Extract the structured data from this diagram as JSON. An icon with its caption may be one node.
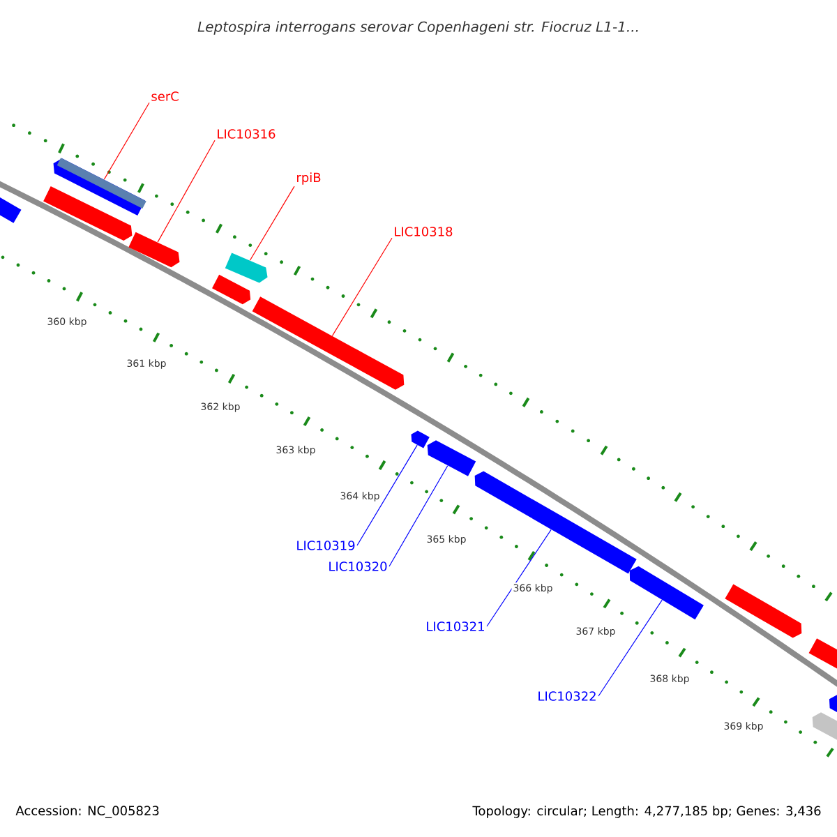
{
  "diagram": {
    "title": "Leptospira interrogans serovar Copenhageni str. Fiocruz L1-1...",
    "nodes": [
      {
        "text": [
          "serC"
        ]
      },
      {
        "text": [
          "LIC10316"
        ]
      },
      {
        "text": [
          "rpiB"
        ]
      },
      {
        "text": [
          "LIC10318"
        ]
      },
      {
        "text": [
          "LIC10319"
        ]
      },
      {
        "text": [
          "LIC10320"
        ]
      },
      {
        "text": [
          "LIC10321"
        ]
      },
      {
        "text": [
          "LIC10322"
        ]
      },
      {
        "text": [],
        "shape": "bar"
      },
      {
        "text": [],
        "shape": "bar"
      },
      {
        "text": [],
        "shape": "bar"
      },
      {
        "text": [],
        "shape": "bar"
      },
      {
        "text": [],
        "shape": "bar"
      },
      {
        "text": [],
        "shape": "bar"
      },
      {
        "text": [],
        "shape": "bar"
      },
      {
        "text": [],
        "shape": "bar"
      },
      {
        "text": [],
        "shape": "bar"
      },
      {
        "text": [],
        "shape": "bar"
      },
      {
        "text": [],
        "shape": "bar"
      },
      {
        "text": [],
        "shape": "bar"
      },
      {
        "text": [],
        "shape": "bar"
      },
      {
        "text": [],
        "shape": "bar"
      },
      {
        "text": [],
        "shape": "bar"
      }
    ],
    "edges": [
      {
        "from": 0,
        "to": 10,
        "arrow": "none",
        "color": "#ff0000"
      },
      {
        "from": 1,
        "to": 11,
        "arrow": "none",
        "color": "#ff0000"
      },
      {
        "from": 2,
        "to": 13,
        "arrow": "none",
        "color": "#ff0000"
      },
      {
        "from": 3,
        "to": 14,
        "arrow": "none",
        "color": "#ff0000"
      },
      {
        "from": 4,
        "to": 15,
        "arrow": "none",
        "color": "#0000ff"
      },
      {
        "from": 5,
        "to": 16,
        "arrow": "none",
        "color": "#0000ff"
      },
      {
        "from": 6,
        "to": 17,
        "arrow": "none",
        "color": "#0000ff"
      },
      {
        "from": 7,
        "to": 18,
        "arrow": "none",
        "color": "#0000ff"
      }
    ],
    "labels": [
      "360 kbp",
      "361 kbp",
      "362 kbp",
      "363 kbp",
      "364 kbp",
      "365 kbp",
      "366 kbp",
      "367 kbp",
      "368 kbp",
      "369 kbp",
      "Accession: NC_005823",
      "Topology: circular; Length: 4,277,185 bp; Genes: 3,436"
    ]
  }
}
